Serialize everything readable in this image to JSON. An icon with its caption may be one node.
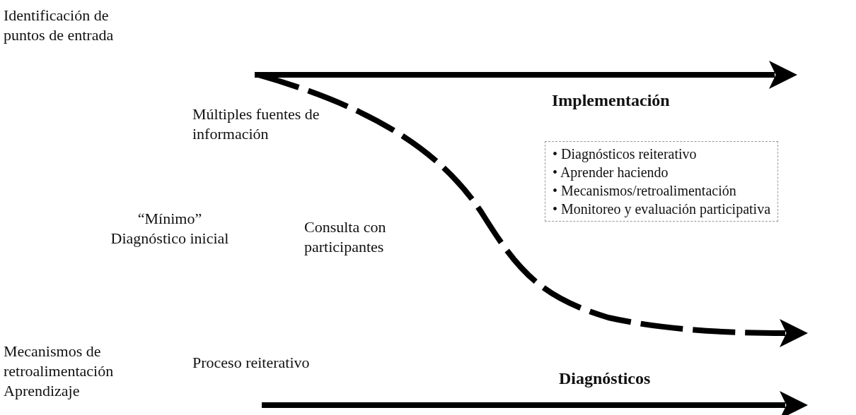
{
  "diagram": {
    "nodes": [
      {
        "text": [
          "• Diagnósticos reiterativo",
          "• Aprender haciendo",
          "• Mecanismos/retroalimentación",
          "• Monitoreo y evaluación participativa"
        ]
      }
    ],
    "edges": [],
    "labels": [
      "Identificación de puntos de entrada",
      "Implementación",
      "Múltiples fuentes de información",
      "“Mínimo” Diagnóstico inicial",
      "Consulta con participantes",
      "Mecanismos de retroalimentación Aprendizaje",
      "Proceso reiterativo",
      "Diagnósticos"
    ]
  }
}
